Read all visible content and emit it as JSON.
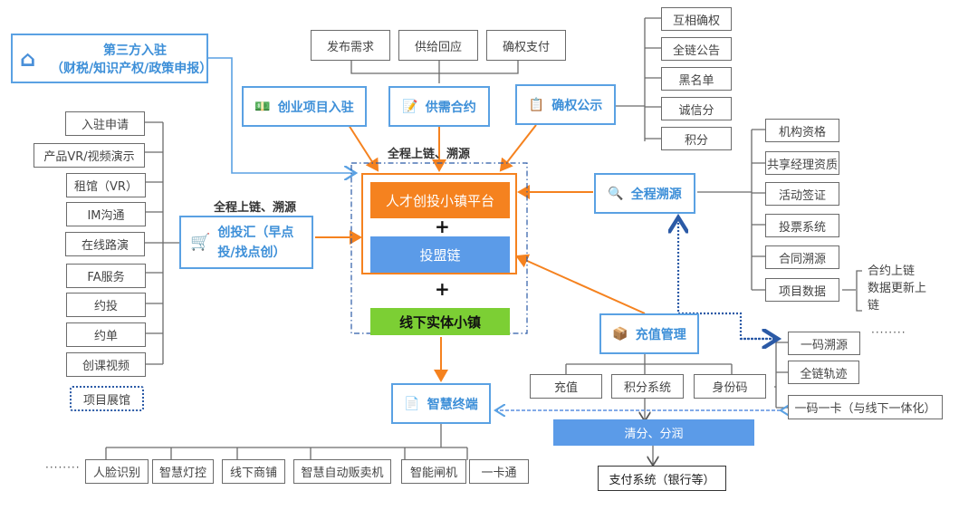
{
  "third_party": {
    "title": "第三方入驻",
    "subtitle": "（财税/知识产权/政策申报）"
  },
  "top_steps": [
    "发布需求",
    "供给回应",
    "确权支付"
  ],
  "modules": {
    "startup_entry": "创业项目入驻",
    "supply_contract": "供需合约",
    "rights_publicity": "确权公示",
    "full_trace": "全程溯源",
    "invest_hub": "创投汇（早点投/找点创）",
    "recharge_mgmt": "充值管理",
    "smart_terminal": "智慧终端"
  },
  "rights_items": [
    "互相确权",
    "全链公告",
    "黑名单",
    "诚信分",
    "积分"
  ],
  "trace_items": [
    "机构资格",
    "共享经理资质",
    "活动签证",
    "投票系统",
    "合同溯源",
    "项目数据"
  ],
  "project_data_note": [
    "合约上链",
    "数据更新上",
    "链"
  ],
  "left_items": [
    "入驻申请",
    "产品VR/视频演示",
    "租馆（VR）",
    "IM沟通",
    "在线路演",
    "FA服务",
    "约投",
    "约单",
    "创课视频"
  ],
  "project_hall": "项目展馆",
  "labels": {
    "chain_top": "全程上链、溯源",
    "chain_left": "全程上链、溯源",
    "ellipsis": "········"
  },
  "core": {
    "platform": "人才创投小镇平台",
    "chain": "投盟链",
    "offline": "线下实体小镇",
    "plus": "+"
  },
  "recharge_items": [
    "充值",
    "积分系统",
    "身份码"
  ],
  "code_items": [
    "一码溯源",
    "全链轨迹",
    "一码一卡（与线下一体化）"
  ],
  "settlement": "清分、分润",
  "payment": "支付系统（银行等）",
  "terminal_items": [
    "人脸识别",
    "智慧灯控",
    "线下商铺",
    "智慧自动贩卖机",
    "智能闸机",
    "一卡通"
  ],
  "colors": {
    "orange": "#f5821f",
    "blue": "#5aa1e3",
    "chain_blue": "#5b9be8",
    "green": "#7ccf34",
    "navy_dash": "#2b5aa6"
  }
}
